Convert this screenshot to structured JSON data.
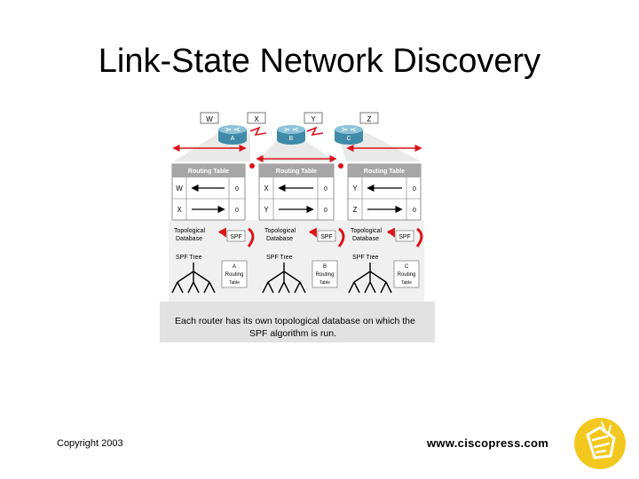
{
  "slide": {
    "title": "Link-State Network Discovery",
    "copyright": "Copyright 2003",
    "website": "www.ciscopress.com"
  },
  "diagram": {
    "networks": [
      "W",
      "X",
      "Y",
      "Z"
    ],
    "routers": [
      {
        "name": "A",
        "table_header": "Routing Table",
        "rows": [
          {
            "net": "W",
            "cost": "0"
          },
          {
            "net": "X",
            "cost": "0"
          }
        ],
        "topo_label_1": "Topological",
        "topo_label_2": "Database",
        "spf_label": "SPF",
        "tree_label": "SPF Tree",
        "result_1": "A",
        "result_2": "Routing",
        "result_3": "Table"
      },
      {
        "name": "B",
        "table_header": "Routing Table",
        "rows": [
          {
            "net": "X",
            "cost": "0"
          },
          {
            "net": "Y",
            "cost": "0"
          }
        ],
        "topo_label_1": "Topological",
        "topo_label_2": "Database",
        "spf_label": "SPF",
        "tree_label": "SPF Tree",
        "result_1": "B",
        "result_2": "Routing",
        "result_3": "Table"
      },
      {
        "name": "C",
        "table_header": "Routing Table",
        "rows": [
          {
            "net": "Y",
            "cost": "0"
          },
          {
            "net": "Z",
            "cost": "0"
          }
        ],
        "topo_label_1": "Topological",
        "topo_label_2": "Database",
        "spf_label": "SPF",
        "tree_label": "SPF Tree",
        "result_1": "C",
        "result_2": "Routing",
        "result_3": "Table"
      }
    ],
    "caption_line_1": "Each router has its own topological database on which the",
    "caption_line_2": "SPF algorithm is run."
  },
  "colors": {
    "router_body": "#3e8aa8",
    "router_top": "#8cc3d8",
    "table_header": "#a6a6a6",
    "red_arrow": "#d9141c",
    "caption_bg": "#e2e2e2",
    "logo": "#f2c81e"
  }
}
